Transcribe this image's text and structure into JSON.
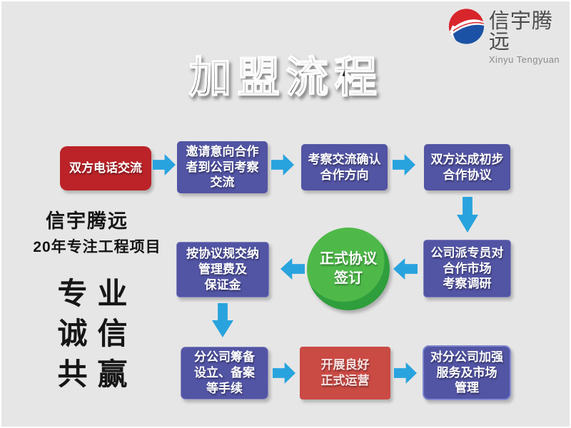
{
  "logo": {
    "name_cn": "信宇腾远",
    "name_en": "Xinyu Tengyuan"
  },
  "title": "加盟流程",
  "brand_panel": {
    "name": "信宇腾远",
    "tagline": "20年专注工程项目",
    "values": [
      "专业",
      "诚信",
      "共赢"
    ]
  },
  "flow": {
    "steps": [
      {
        "id": "phone-exchange",
        "text": "双方电话交流"
      },
      {
        "id": "invite-visit",
        "text": "邀请意向合作\n者到公司考察\n交流"
      },
      {
        "id": "confirm-direction",
        "text": "考察交流确认\n合作方向"
      },
      {
        "id": "preliminary-agree",
        "text": "双方达成初步\n合作协议"
      },
      {
        "id": "market-research",
        "text": "公司派专员对\n合作市场\n考察调研"
      },
      {
        "id": "formal-signing",
        "text": "正式协议\n签订"
      },
      {
        "id": "pay-fees",
        "text": "按协议规交纳\n管理费及\n保证金"
      },
      {
        "id": "branch-setup",
        "text": "分公司筹备\n设立、备案\n等手续"
      },
      {
        "id": "formal-operation",
        "text": "开展良好\n正式运营"
      },
      {
        "id": "ongoing-management",
        "text": "对分公司加强\n服务及市场\n管理"
      }
    ]
  },
  "colors": {
    "background": "#e6e6e6",
    "red_box": "#bb2328",
    "red_box_light": "#ca4a44",
    "blue_box": "#5254a4",
    "arrow": "#29a3de",
    "green_outer": "#2f9e3c",
    "green_inner": "#4eb949",
    "logo_red": "#d7252b",
    "logo_blue": "#1b52a5"
  }
}
